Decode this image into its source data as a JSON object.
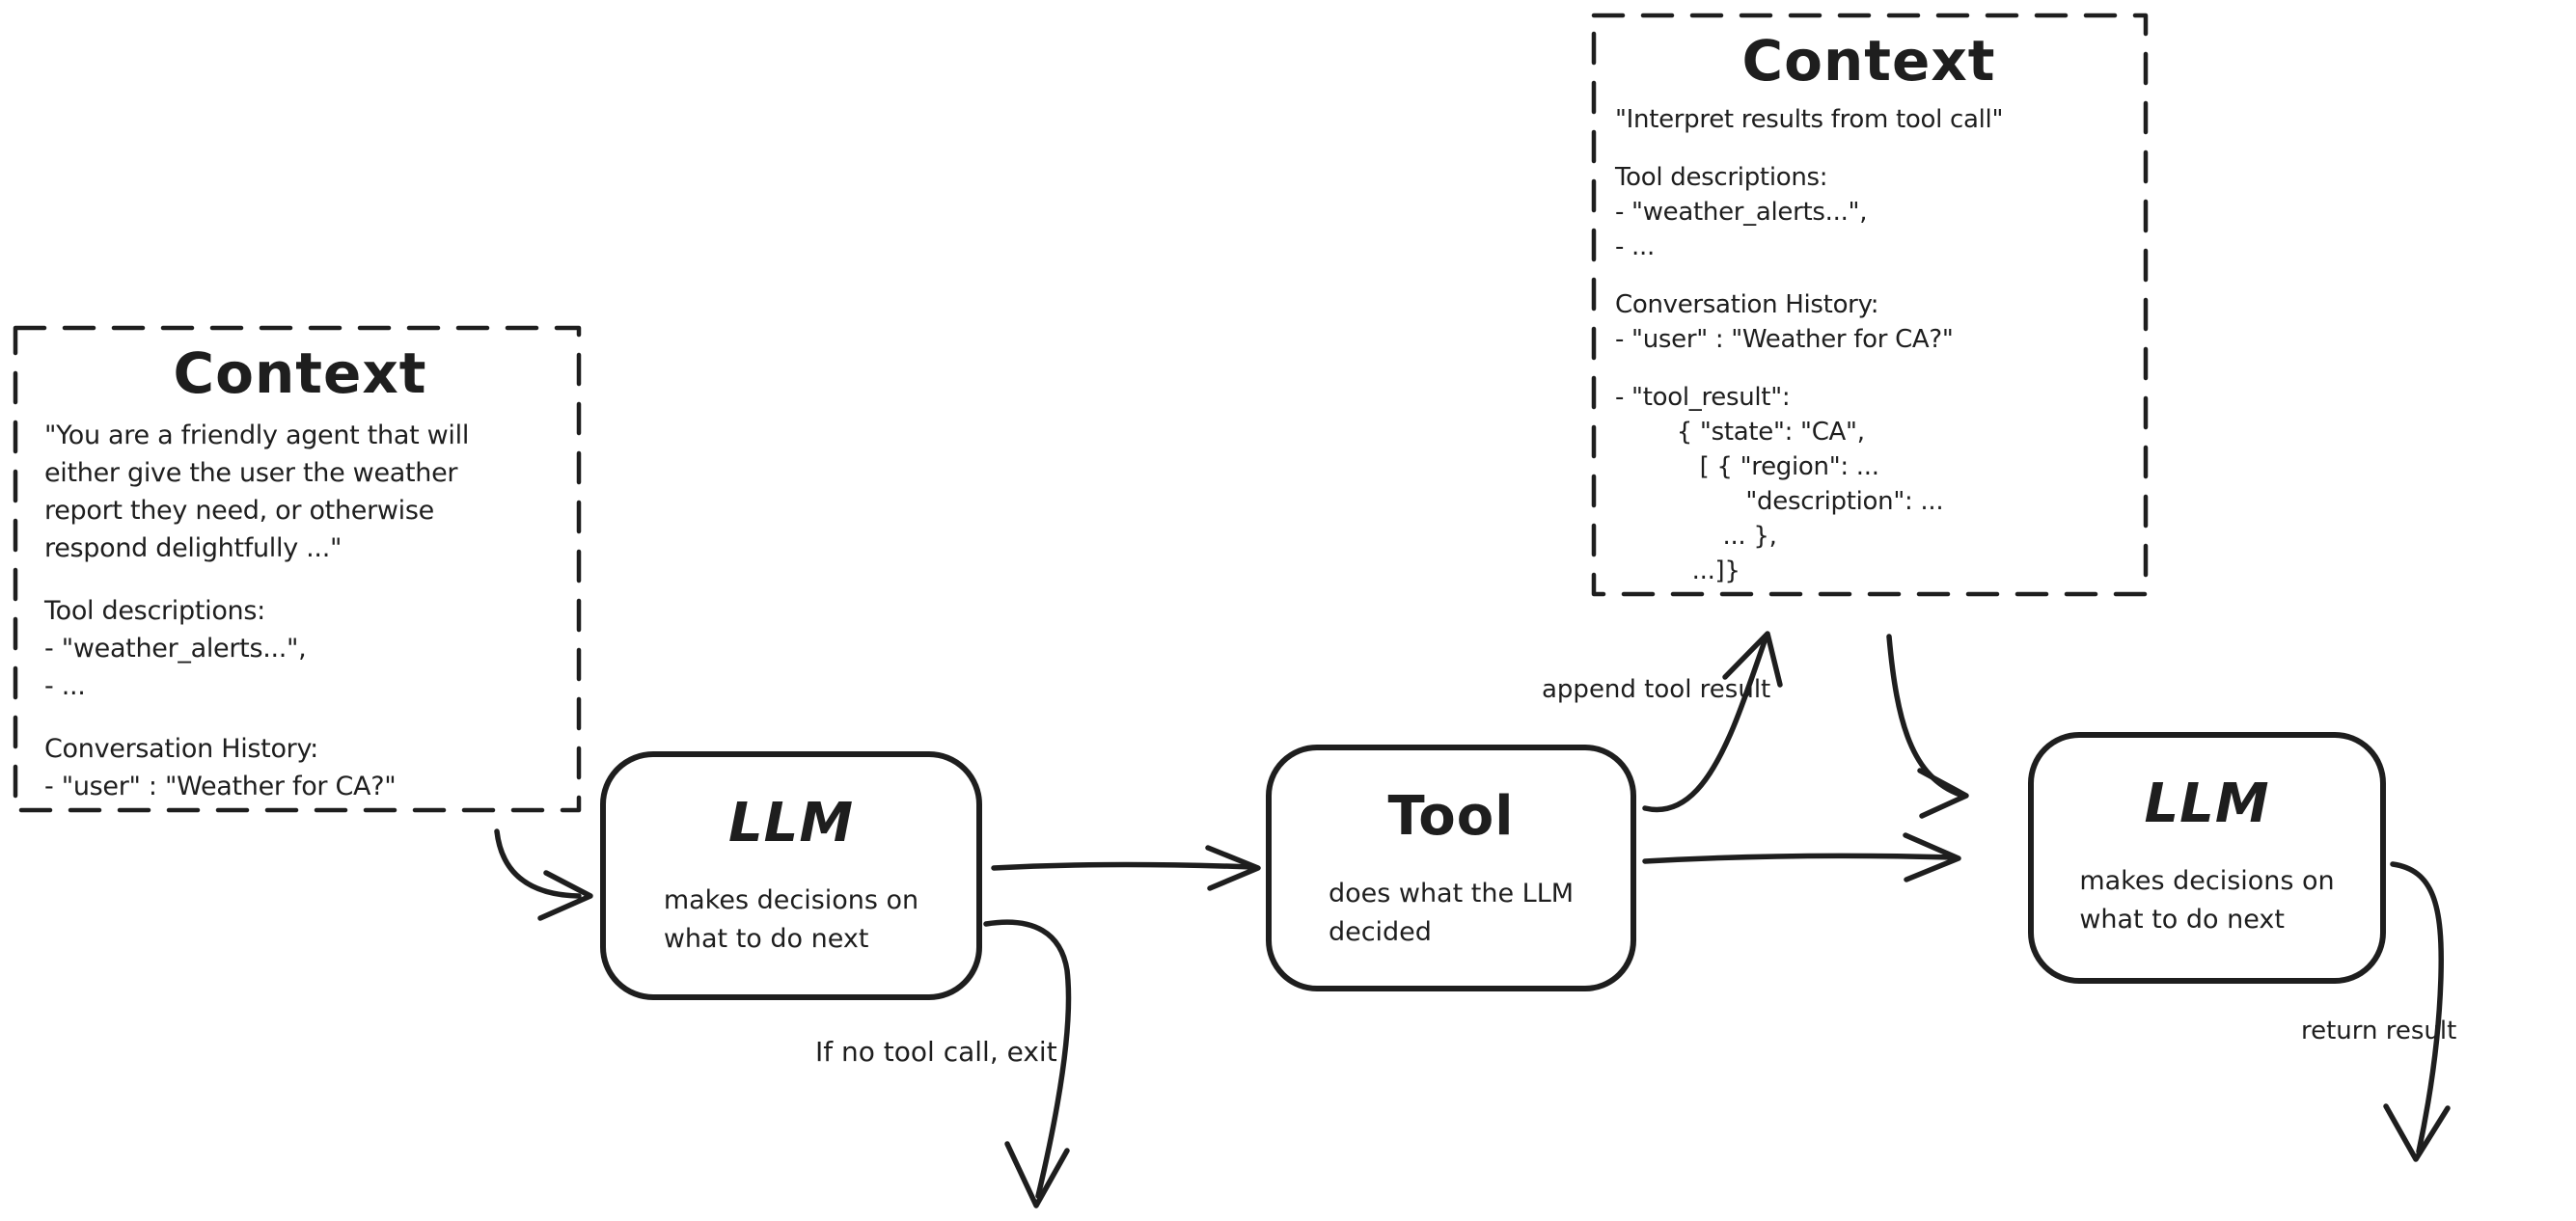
{
  "canvas": {
    "background": "#ffffff",
    "ink": "#1e1e1e"
  },
  "context_left": {
    "title": "Context",
    "lines": [
      "\"You are a friendly agent that will",
      "either give the user the weather",
      "report they need, or otherwise",
      "respond delightfully ...\"",
      "",
      "Tool descriptions:",
      "- \"weather_alerts...\",",
      "- ...",
      "",
      "Conversation History:",
      "- \"user\" : \"Weather for CA?\""
    ]
  },
  "context_top": {
    "title": "Context",
    "lines": [
      "\"Interpret results from tool call\"",
      "",
      "Tool descriptions:",
      "- \"weather_alerts...\",",
      "- ...",
      "",
      "Conversation History:",
      "- \"user\" : \"Weather for CA?\"",
      "",
      "- \"tool_result\":",
      "        { \"state\": \"CA\",",
      "           [ { \"region\": ...",
      "                 \"description\": ...",
      "              ... },",
      "          ...]}"
    ]
  },
  "nodes": {
    "llm_1": {
      "title": "LLM",
      "subtitle": "makes decisions on\nwhat to do next"
    },
    "tool": {
      "title": "Tool",
      "subtitle": "does what the LLM\ndecided"
    },
    "llm_2": {
      "title": "LLM",
      "subtitle": "makes decisions on\nwhat to do next"
    }
  },
  "edge_labels": {
    "append_tool_result": "append tool result",
    "if_no_tool_call_exit": "If no tool call, exit",
    "return_result": "return result"
  }
}
